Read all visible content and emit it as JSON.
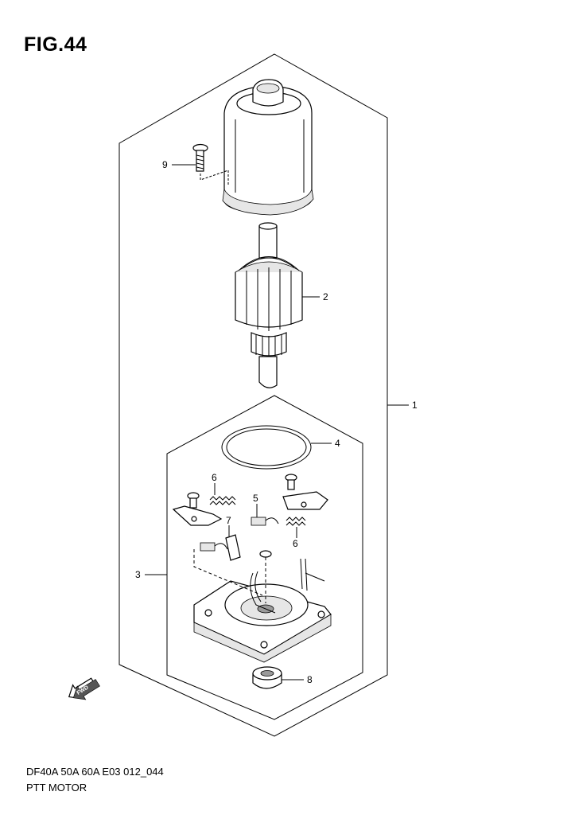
{
  "figure": {
    "title": "FIG.44",
    "code": "DF40A 50A 60A E03 012_044",
    "name": "PTT MOTOR",
    "fwd_label": "FWD"
  },
  "callouts": [
    {
      "id": "1",
      "label": "1"
    },
    {
      "id": "2",
      "label": "2"
    },
    {
      "id": "3",
      "label": "3"
    },
    {
      "id": "4",
      "label": "4"
    },
    {
      "id": "5",
      "label": "5"
    },
    {
      "id": "6a",
      "label": "6"
    },
    {
      "id": "6b",
      "label": "6"
    },
    {
      "id": "7",
      "label": "7"
    },
    {
      "id": "8",
      "label": "8"
    },
    {
      "id": "9",
      "label": "9"
    }
  ]
}
